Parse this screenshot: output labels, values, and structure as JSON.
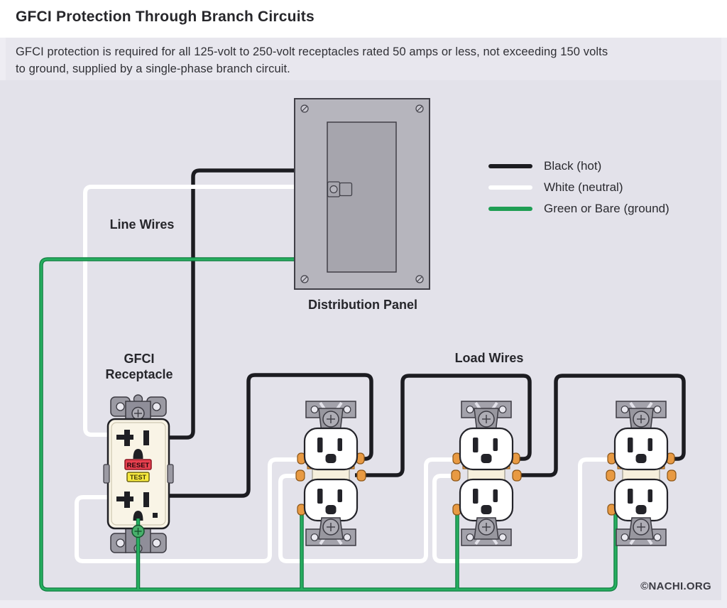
{
  "title": "GFCI Protection Through Branch Circuits",
  "description_lines": {
    "line1": "GFCI protection is required for all 125-volt to 250-volt receptacles rated 50 amps or less, not exceeding 150 volts",
    "line2": "to ground, supplied by a single-phase branch circuit."
  },
  "legend": {
    "items": [
      {
        "label": "Black (hot)",
        "color": "#1c1c21"
      },
      {
        "label": "White (neutral)",
        "color": "#ffffff"
      },
      {
        "label": "Green or Bare (ground)",
        "color": "#1f9e54"
      }
    ]
  },
  "labels": {
    "line_wires": "Line Wires",
    "distribution_panel": "Distribution Panel",
    "gfci_receptacle": "GFCI Receptacle",
    "load_wires": "Load Wires"
  },
  "gfci": {
    "reset_button": "RESET",
    "test_button": "TEST"
  },
  "receptacles": {
    "load_receptacle_count": 3
  },
  "credit": "©NACHI.ORG",
  "colors": {
    "hot_wire": "#1c1c21",
    "neutral_wire": "#ffffff",
    "ground_wire": "#1f9e54",
    "diagram_background": "#e3e2ea",
    "panel_gray": "#b6b5bd",
    "reset_red": "#e8404f",
    "test_yellow": "#f6e93f",
    "terminal_orange": "#e89a43"
  }
}
